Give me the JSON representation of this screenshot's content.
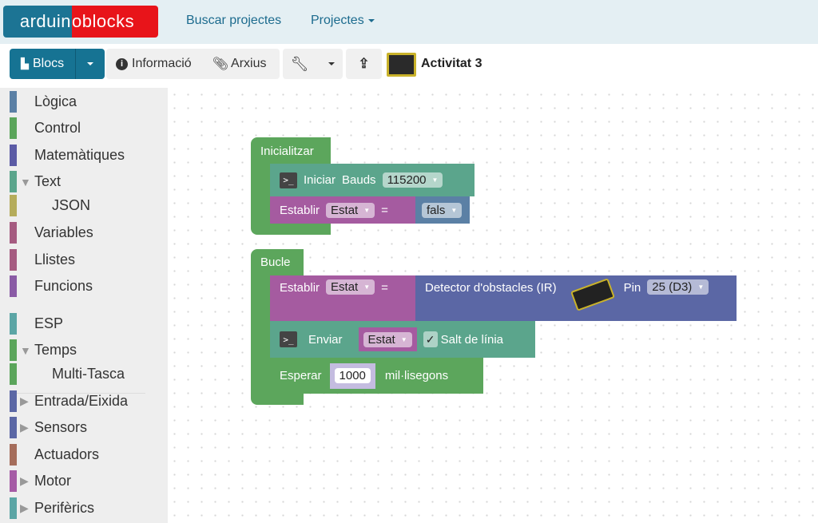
{
  "header": {
    "logo_left": "arduin",
    "logo_right": "oblocks",
    "nav": [
      {
        "label": "Buscar projectes"
      },
      {
        "label": "Projectes"
      }
    ]
  },
  "toolbar": {
    "blocs": "Blocs",
    "informacio": "Informació",
    "arxius": "Arxius",
    "project_title": "Activitat 3"
  },
  "sidebar": {
    "items": [
      {
        "label": "Lògica",
        "color": "#5b80a5"
      },
      {
        "label": "Control",
        "color": "#5ba55b"
      },
      {
        "label": "Matemàtiques",
        "color": "#5b5ba5"
      },
      {
        "label": "Text",
        "color": "#5ba58c"
      },
      {
        "label": "JSON",
        "color": "#b5ac5b"
      },
      {
        "label": "Variables",
        "color": "#a55b80"
      },
      {
        "label": "Llistes",
        "color": "#a55b80"
      },
      {
        "label": "Funcions",
        "color": "#8a5ba5"
      },
      {
        "label": "ESP",
        "color": "#5ba5a5"
      },
      {
        "label": "Temps",
        "color": "#5ba55b"
      },
      {
        "label": "Multi-Tasca",
        "color": "#5ba55b"
      },
      {
        "label": "Entrada/Eixida",
        "color": "#5b67a5"
      },
      {
        "label": "Sensors",
        "color": "#5b67a5"
      },
      {
        "label": "Actuadors",
        "color": "#a56d5b"
      },
      {
        "label": "Motor",
        "color": "#a55ba5"
      },
      {
        "label": "Perifèrics",
        "color": "#5ba5a5"
      }
    ]
  },
  "blocks": {
    "init": {
      "title": "Inicialitzar",
      "iniciar": "Iniciar",
      "bauds": "Bauds",
      "baud_value": "115200",
      "establir": "Establir",
      "var": "Estat",
      "eq": "=",
      "value": "fals"
    },
    "loop": {
      "title": "Bucle",
      "establir": "Establir",
      "var": "Estat",
      "eq": "=",
      "detector": "Detector d'obstacles (IR)",
      "pin": "Pin",
      "pin_value": "25 (D3)",
      "enviar": "Enviar",
      "enviar_var": "Estat",
      "check": "✓",
      "salt": "Salt de línia",
      "esperar": "Esperar",
      "ms_value": "1000",
      "ms_label": "mil·lisegons"
    }
  },
  "colors": {
    "control": "#5ca65c",
    "serial": "#5ba58c",
    "variable": "#a55ba0",
    "logic": "#5b80a5",
    "sensor": "#5b67a5"
  }
}
